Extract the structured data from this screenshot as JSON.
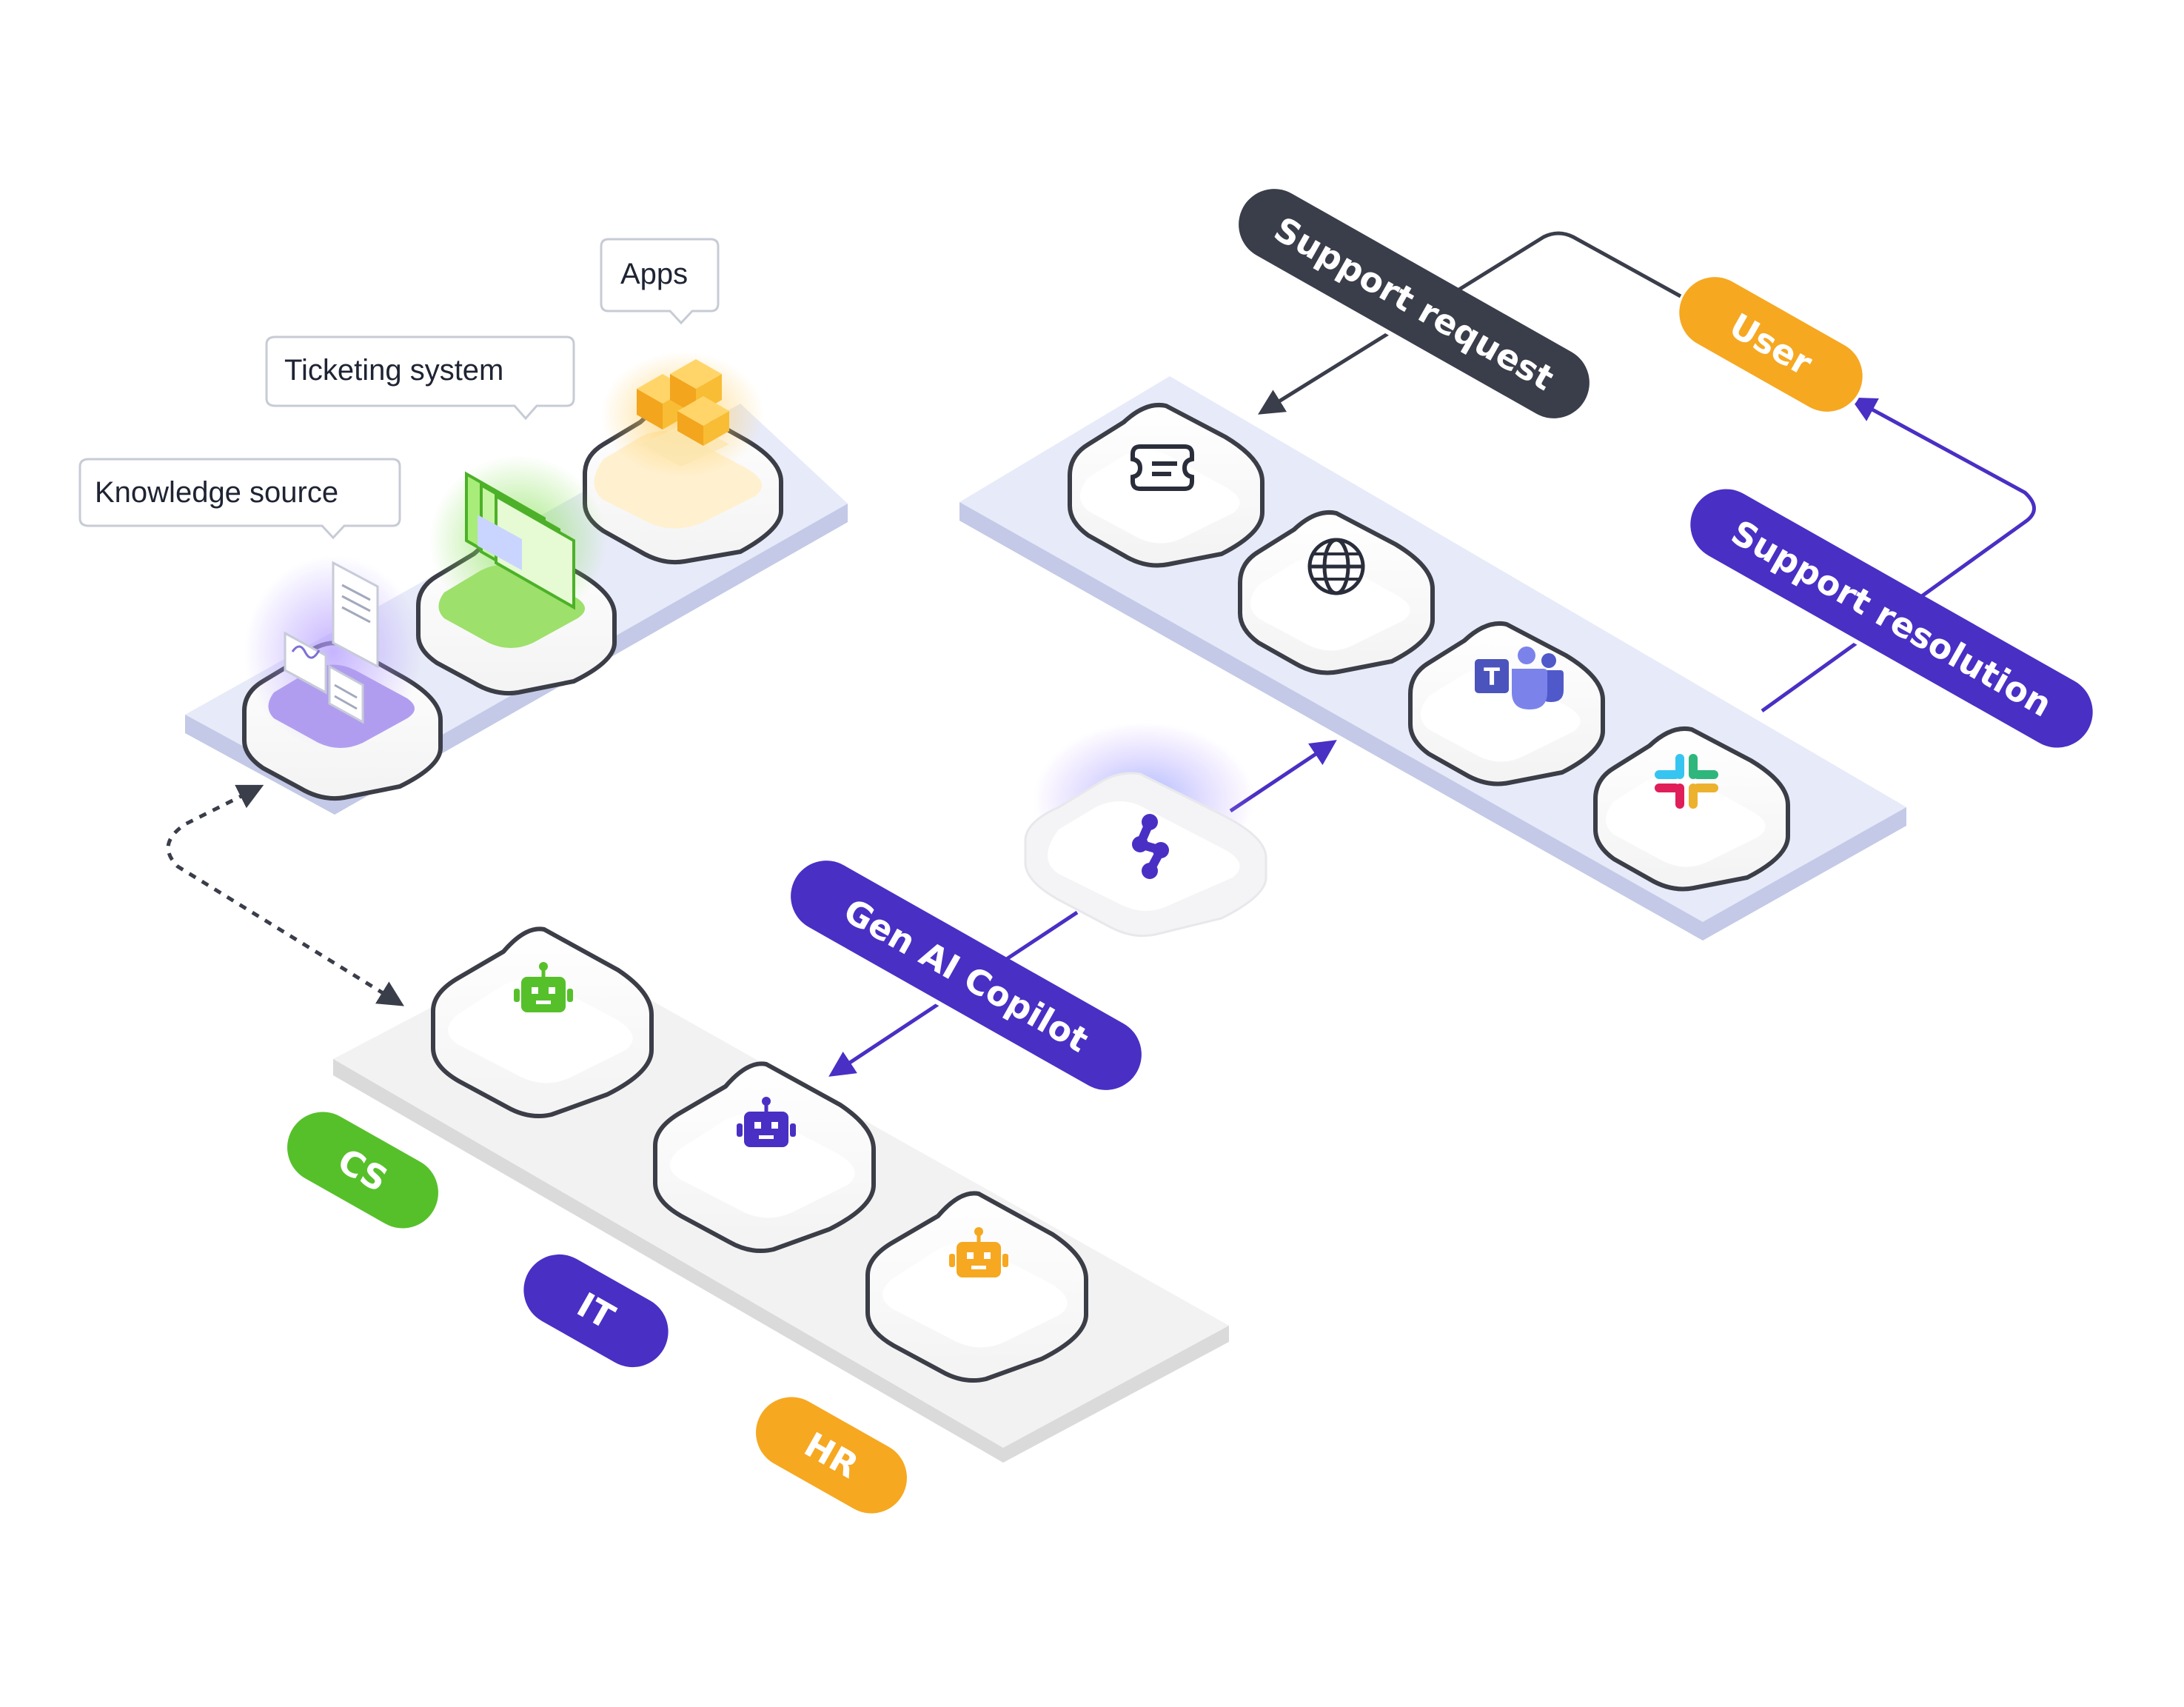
{
  "callouts": {
    "knowledge": "Knowledge source",
    "ticketing": "Ticketing system",
    "apps": "Apps"
  },
  "flow_labels": {
    "support_request": "Support request",
    "user": "User",
    "support_resolution": "Support resolution",
    "gen_ai_copilot": "Gen AI Copilot"
  },
  "teams": {
    "cs": "CS",
    "it": "IT",
    "hr": "HR"
  },
  "icons": {
    "ticket": "ticket-icon",
    "globe": "globe-icon",
    "teams": "microsoft-teams-icon",
    "slack": "slack-icon",
    "hub": "copilot-logo-icon",
    "bot_cs": "robot-icon",
    "bot_it": "robot-icon",
    "bot_hr": "robot-icon"
  },
  "colors": {
    "dark": "#3a3d4a",
    "purple": "#4a2fc4",
    "orange": "#f6a821",
    "green": "#56c02b",
    "tile_outline": "#3b3d47",
    "platform_blue": "#e7eaf8",
    "platform_gray": "#f2f2f2"
  }
}
